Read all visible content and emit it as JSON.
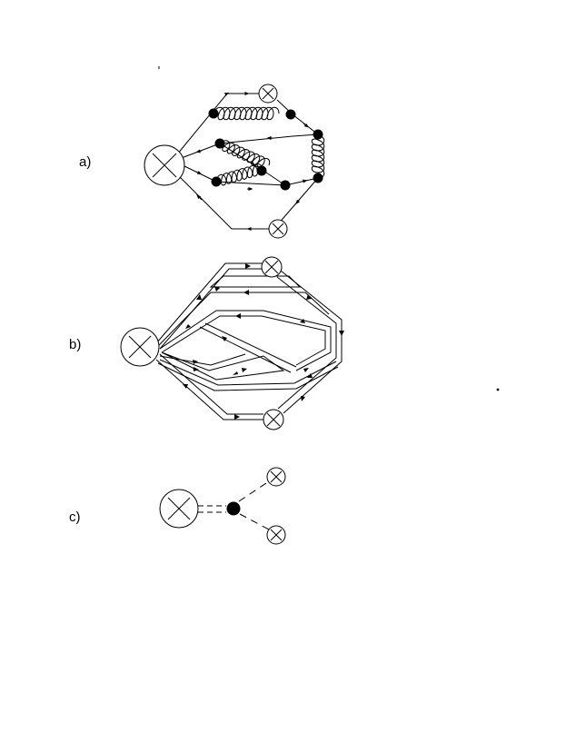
{
  "panels": {
    "a": {
      "label": "a)"
    },
    "b": {
      "label": "b)"
    },
    "c": {
      "label": "c)"
    }
  },
  "colors": {
    "ink": "#000000",
    "paper": "#ffffff"
  },
  "icons": [
    "crossed-circle-vertex-icon",
    "black-dot-vertex-icon"
  ]
}
